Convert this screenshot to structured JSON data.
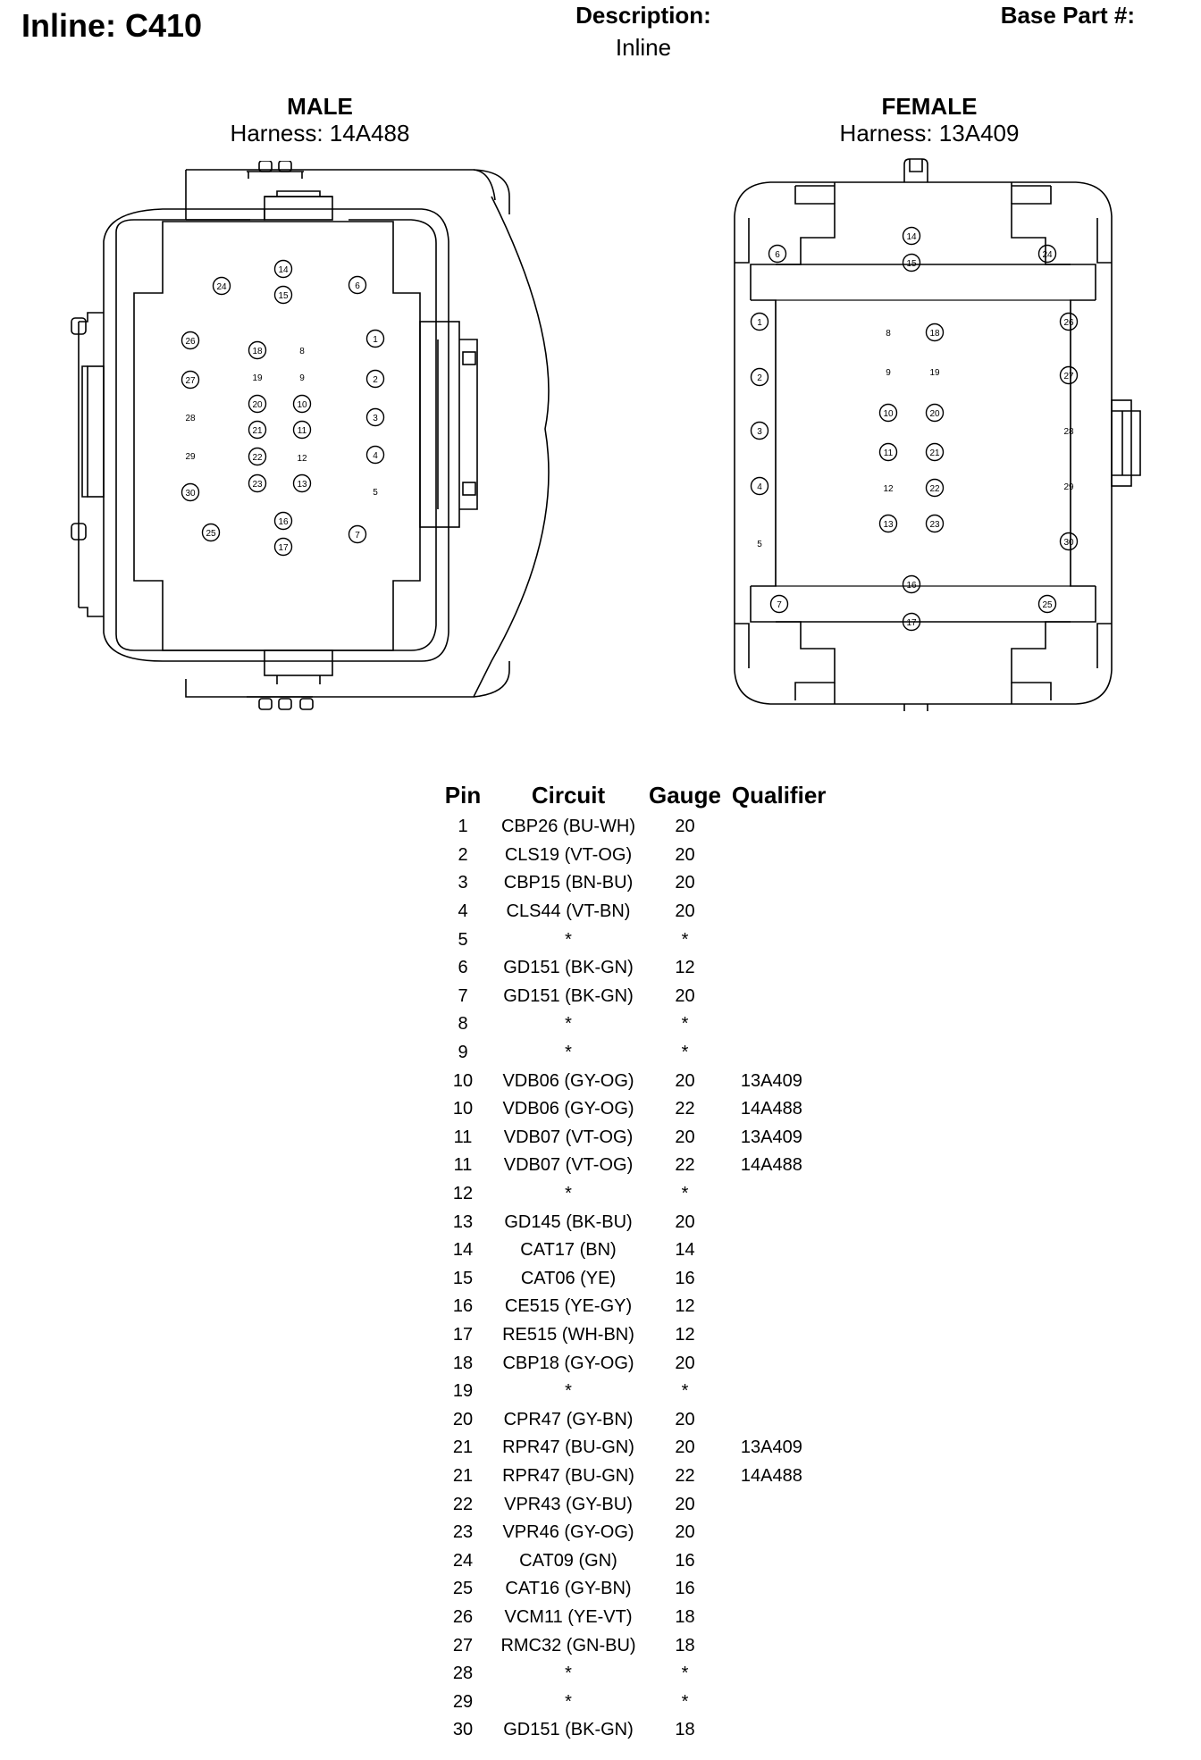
{
  "header": {
    "title": "Inline: C410",
    "description_label": "Description:",
    "description_value": "Inline",
    "base_part_label": "Base Part #:"
  },
  "male": {
    "title": "MALE",
    "harness": "Harness: 14A488",
    "circled_pins": [
      "14",
      "15",
      "16",
      "10",
      "11",
      "13",
      "20",
      "21",
      "22",
      "23",
      "24",
      "25",
      "26",
      "27",
      "30",
      "6",
      "1",
      "2",
      "3",
      "4",
      "7",
      "17",
      "18"
    ],
    "plain_pins": [
      "8",
      "9",
      "12",
      "19",
      "28",
      "29",
      "5"
    ]
  },
  "female": {
    "title": "FEMALE",
    "harness": "Harness: 13A409",
    "circled_pins": [
      "14",
      "15",
      "6",
      "24",
      "1",
      "26",
      "18",
      "2",
      "27",
      "10",
      "20",
      "3",
      "11",
      "21",
      "4",
      "22",
      "13",
      "23",
      "30",
      "16",
      "7",
      "25",
      "17"
    ],
    "plain_pins": [
      "8",
      "9",
      "19",
      "28",
      "12",
      "29",
      "5"
    ]
  },
  "table": {
    "headers": [
      "Pin",
      "Circuit",
      "Gauge",
      "Qualifier"
    ],
    "rows": [
      {
        "pin": "1",
        "circuit": "CBP26 (BU-WH)",
        "gauge": "20",
        "qualifier": ""
      },
      {
        "pin": "2",
        "circuit": "CLS19 (VT-OG)",
        "gauge": "20",
        "qualifier": ""
      },
      {
        "pin": "3",
        "circuit": "CBP15 (BN-BU)",
        "gauge": "20",
        "qualifier": ""
      },
      {
        "pin": "4",
        "circuit": "CLS44 (VT-BN)",
        "gauge": "20",
        "qualifier": ""
      },
      {
        "pin": "5",
        "circuit": "*",
        "gauge": "*",
        "qualifier": ""
      },
      {
        "pin": "6",
        "circuit": "GD151 (BK-GN)",
        "gauge": "12",
        "qualifier": ""
      },
      {
        "pin": "7",
        "circuit": "GD151 (BK-GN)",
        "gauge": "20",
        "qualifier": ""
      },
      {
        "pin": "8",
        "circuit": "*",
        "gauge": "*",
        "qualifier": ""
      },
      {
        "pin": "9",
        "circuit": "*",
        "gauge": "*",
        "qualifier": ""
      },
      {
        "pin": "10",
        "circuit": "VDB06 (GY-OG)",
        "gauge": "20",
        "qualifier": "13A409"
      },
      {
        "pin": "10",
        "circuit": "VDB06 (GY-OG)",
        "gauge": "22",
        "qualifier": "14A488"
      },
      {
        "pin": "11",
        "circuit": "VDB07 (VT-OG)",
        "gauge": "20",
        "qualifier": "13A409"
      },
      {
        "pin": "11",
        "circuit": "VDB07 (VT-OG)",
        "gauge": "22",
        "qualifier": "14A488"
      },
      {
        "pin": "12",
        "circuit": "*",
        "gauge": "*",
        "qualifier": ""
      },
      {
        "pin": "13",
        "circuit": "GD145 (BK-BU)",
        "gauge": "20",
        "qualifier": ""
      },
      {
        "pin": "14",
        "circuit": "CAT17 (BN)",
        "gauge": "14",
        "qualifier": ""
      },
      {
        "pin": "15",
        "circuit": "CAT06 (YE)",
        "gauge": "16",
        "qualifier": ""
      },
      {
        "pin": "16",
        "circuit": "CE515 (YE-GY)",
        "gauge": "12",
        "qualifier": ""
      },
      {
        "pin": "17",
        "circuit": "RE515 (WH-BN)",
        "gauge": "12",
        "qualifier": ""
      },
      {
        "pin": "18",
        "circuit": "CBP18 (GY-OG)",
        "gauge": "20",
        "qualifier": ""
      },
      {
        "pin": "19",
        "circuit": "*",
        "gauge": "*",
        "qualifier": ""
      },
      {
        "pin": "20",
        "circuit": "CPR47 (GY-BN)",
        "gauge": "20",
        "qualifier": ""
      },
      {
        "pin": "21",
        "circuit": "RPR47 (BU-GN)",
        "gauge": "20",
        "qualifier": "13A409"
      },
      {
        "pin": "21",
        "circuit": "RPR47 (BU-GN)",
        "gauge": "22",
        "qualifier": "14A488"
      },
      {
        "pin": "22",
        "circuit": "VPR43 (GY-BU)",
        "gauge": "20",
        "qualifier": ""
      },
      {
        "pin": "23",
        "circuit": "VPR46 (GY-OG)",
        "gauge": "20",
        "qualifier": ""
      },
      {
        "pin": "24",
        "circuit": "CAT09 (GN)",
        "gauge": "16",
        "qualifier": ""
      },
      {
        "pin": "25",
        "circuit": "CAT16 (GY-BN)",
        "gauge": "16",
        "qualifier": ""
      },
      {
        "pin": "26",
        "circuit": "VCM11 (YE-VT)",
        "gauge": "18",
        "qualifier": ""
      },
      {
        "pin": "27",
        "circuit": "RMC32 (GN-BU)",
        "gauge": "18",
        "qualifier": ""
      },
      {
        "pin": "28",
        "circuit": "*",
        "gauge": "*",
        "qualifier": ""
      },
      {
        "pin": "29",
        "circuit": "*",
        "gauge": "*",
        "qualifier": ""
      },
      {
        "pin": "30",
        "circuit": "GD151 (BK-GN)",
        "gauge": "18",
        "qualifier": ""
      }
    ]
  }
}
